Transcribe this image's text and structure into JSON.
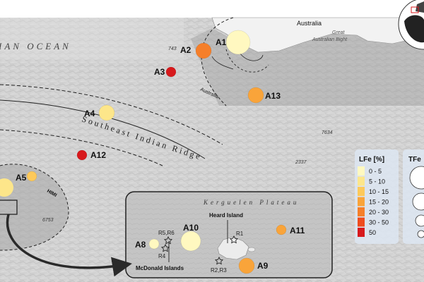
{
  "map": {
    "ocean_label": "IAN OCEAN",
    "ridge_label": "Southeast Indian Ridge",
    "plateau_label": "Kerguelen Plateau",
    "australia_label": "Australia",
    "bight_label_1": "Great",
    "bight_label_2": "Australian Bight",
    "australia_arc_label": "Australia",
    "himi_label": "HIMI",
    "depths": [
      "7634",
      "2337",
      "6753",
      "743"
    ],
    "inset_labels": {
      "heard": "Heard Island",
      "mcdonald": "McDonald Islands",
      "r1": "R1",
      "r23": "R2,R3",
      "r4": "R4",
      "r56": "R5,R6"
    }
  },
  "sites": [
    {
      "id": "A1",
      "lfe_class": "0 - 5",
      "tfe_class": "largest"
    },
    {
      "id": "A2",
      "lfe_class": "20 - 30",
      "tfe_class": "medium"
    },
    {
      "id": "A3",
      "lfe_class": "50",
      "tfe_class": "small"
    },
    {
      "id": "A4",
      "lfe_class": "5 - 10",
      "tfe_class": "medium"
    },
    {
      "id": "A5",
      "lfe_class": "10 - 15",
      "tfe_class": "small"
    },
    {
      "id": "A8",
      "lfe_class": "0 - 5",
      "tfe_class": "small"
    },
    {
      "id": "A9",
      "lfe_class": "15 - 20",
      "tfe_class": "medium"
    },
    {
      "id": "A10",
      "lfe_class": "0 - 5",
      "tfe_class": "large"
    },
    {
      "id": "A11",
      "lfe_class": "15 - 20",
      "tfe_class": "small"
    },
    {
      "id": "A12",
      "lfe_class": "50",
      "tfe_class": "small"
    },
    {
      "id": "A13",
      "lfe_class": "15 - 20",
      "tfe_class": "medium"
    }
  ],
  "legend_lfe": {
    "title": "LFe [%]",
    "items": [
      {
        "label": "0 - 5",
        "color": "#fff8c0"
      },
      {
        "label": "5 - 10",
        "color": "#fde68a"
      },
      {
        "label": "10 - 15",
        "color": "#fdc95a"
      },
      {
        "label": "15 - 20",
        "color": "#f9a43a"
      },
      {
        "label": "20 - 30",
        "color": "#f57f2a"
      },
      {
        "label": "30 - 50",
        "color": "#ee4c1e"
      },
      {
        "label": "50",
        "color": "#d7191c"
      }
    ]
  },
  "legend_tfe": {
    "title": "TFe"
  }
}
